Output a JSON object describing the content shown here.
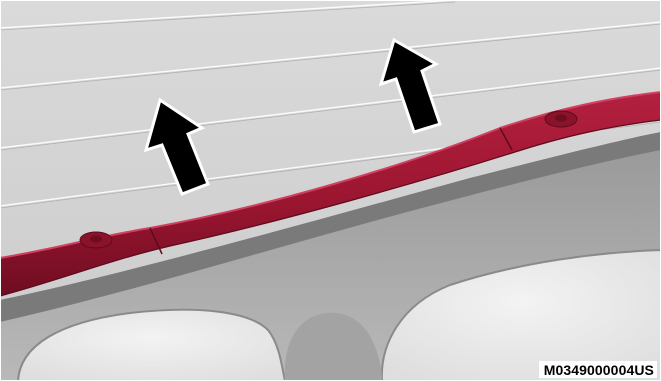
{
  "illustration": {
    "subject": "roof-rail-trim-removal",
    "arrow_icon": "arrow-up-icon",
    "arrow_count": 2,
    "highlight_color": "#9e1732",
    "background_color": "#d2d2d2"
  },
  "figure_code": "M0349000004US"
}
